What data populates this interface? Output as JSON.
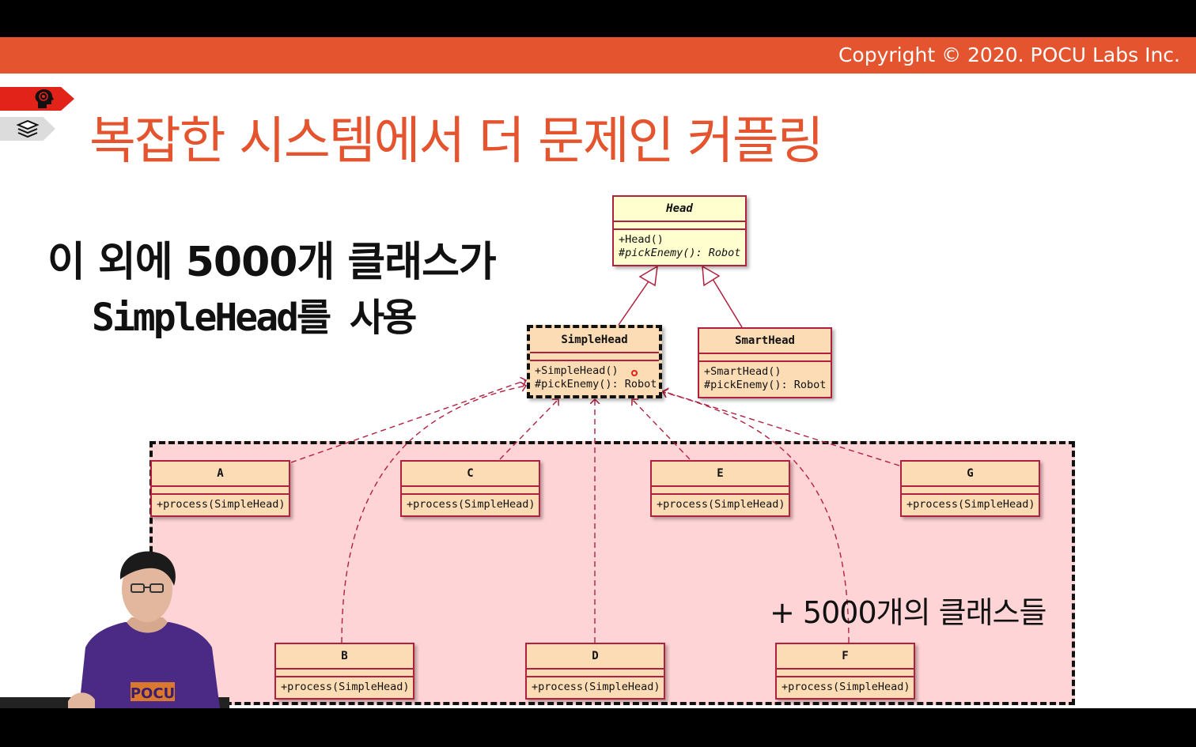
{
  "copyright": "Copyright © 2020. POCU Labs Inc.",
  "title": "복잡한 시스템에서 더 문제인 커플링",
  "sidenote": {
    "line1": "이 외에 5000개 클래스가",
    "line2": "SimpleHead를 사용"
  },
  "count_label": "+ 5000개의 클래스들",
  "classes": {
    "head": {
      "name": "Head",
      "ops": [
        "+Head()",
        "#pickEnemy(): Robot"
      ]
    },
    "simple_head": {
      "name": "SimpleHead",
      "ops": [
        "+SimpleHead()",
        "#pickEnemy(): Robot"
      ]
    },
    "smart_head": {
      "name": "SmartHead",
      "ops": [
        "+SmartHead()",
        "#pickEnemy(): Robot"
      ]
    },
    "a": {
      "name": "A",
      "op": "+process(SimpleHead)"
    },
    "b": {
      "name": "B",
      "op": "+process(SimpleHead)"
    },
    "c": {
      "name": "C",
      "op": "+process(SimpleHead)"
    },
    "d": {
      "name": "D",
      "op": "+process(SimpleHead)"
    },
    "e": {
      "name": "E",
      "op": "+process(SimpleHead)"
    },
    "f": {
      "name": "F",
      "op": "+process(SimpleHead)"
    },
    "g": {
      "name": "G",
      "op": "+process(SimpleHead)"
    }
  },
  "webcam_shirt_text": "POCU",
  "colors": {
    "accent": "#e4542f",
    "class_fill": "#fcdcb4",
    "abstract_fill": "#fefece",
    "border": "#b0203f",
    "region_fill": "#ffd4d6"
  },
  "icons": [
    "brain-head-icon",
    "stack-icon"
  ]
}
